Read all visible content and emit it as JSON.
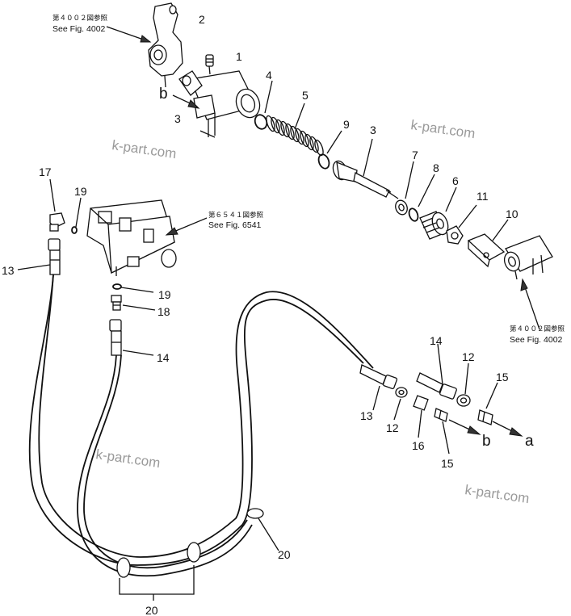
{
  "references": {
    "top_left": {
      "jp": "第４００２図参照",
      "en": "See Fig. 4002"
    },
    "middle": {
      "jp": "第６５４１図参照",
      "en": "See Fig. 6541"
    },
    "bottom_right": {
      "jp": "第４００２図参照",
      "en": "See Fig. 4002"
    }
  },
  "part_labels": {
    "p1": "1",
    "p2": "2",
    "p3a": "3",
    "p3b": "3",
    "p4": "4",
    "p5": "5",
    "p6": "6",
    "p7": "7",
    "p8": "8",
    "p9": "9",
    "p10": "10",
    "p11": "11",
    "p12a": "12",
    "p12b": "12",
    "p13a": "13",
    "p13b": "13",
    "p14a": "14",
    "p14b": "14",
    "p15a": "15",
    "p15b": "15",
    "p16": "16",
    "p17": "17",
    "p18": "18",
    "p19a": "19",
    "p19b": "19",
    "p20a": "20",
    "p20b": "20"
  },
  "ports": {
    "b_top": "b",
    "b_bottom": "b",
    "a_bottom": "a"
  },
  "watermarks": [
    "k-part.com",
    "k-part.com",
    "k-part.com",
    "k-part.com"
  ]
}
